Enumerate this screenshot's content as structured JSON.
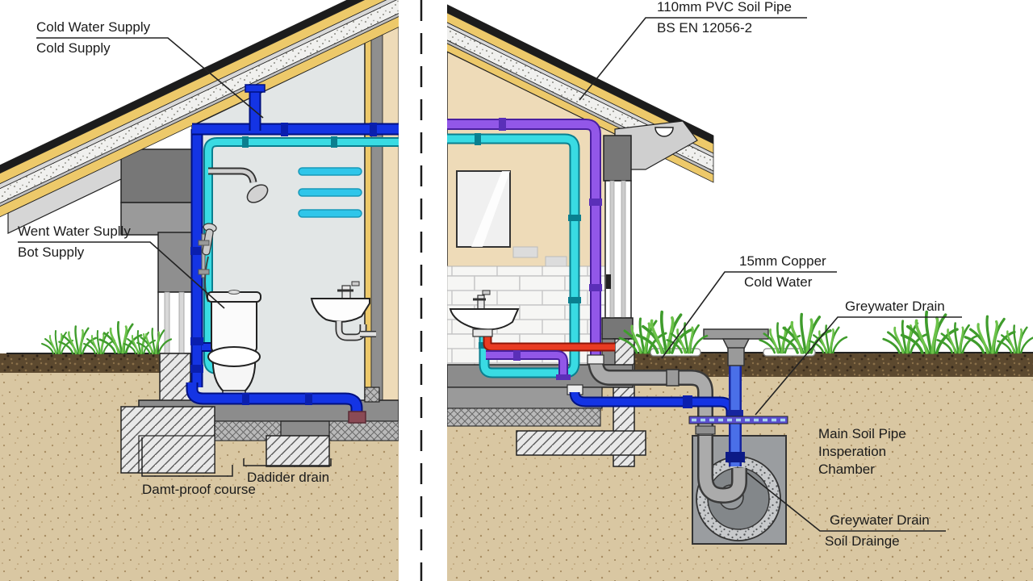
{
  "labels": {
    "cold_water_supply": {
      "line1": "Cold Water Supply",
      "line2": "Cold Supply"
    },
    "soil_pipe": {
      "line1": "110mm PVC Soil Pipe",
      "line2": "BS EN 12056-2"
    },
    "vent_water_supply": {
      "line1": "Went Water Suplly",
      "line2": "Bot Supply"
    },
    "copper_cold_water": {
      "line1": "15mm Copper",
      "line2": "Cold Water"
    },
    "greywater_drain_upper": {
      "line1": "Greywater Drain"
    },
    "main_soil_pipe": {
      "line1": "Main Soil Pipe",
      "line2": "Insperation",
      "line3": "Chamber"
    },
    "greywater_drain_lower": {
      "line1": "Greywater Drain",
      "line2": "Soil Drainge"
    },
    "padded_drain": {
      "line1": "Dadider drain"
    },
    "damp_proof_course": {
      "line1": "Damt-proof course"
    }
  },
  "colors": {
    "cold_pipe": "#1434e4",
    "hot_pipe": "#39dbe3",
    "vent_pipe": "#9257e8",
    "heating_pipe": "#e83b22",
    "drain_pipe": "#ababab",
    "soil_stack": "#4a6fe8",
    "subsoil": "#d9c7a2",
    "topsoil": "#5c492f",
    "grass": "#3f9c2c",
    "roof_insulation": "#edc96a",
    "wall_gray": "#8f8f8f",
    "interior_left": "#e2e6e6",
    "interior_right": "#eedbb8"
  }
}
